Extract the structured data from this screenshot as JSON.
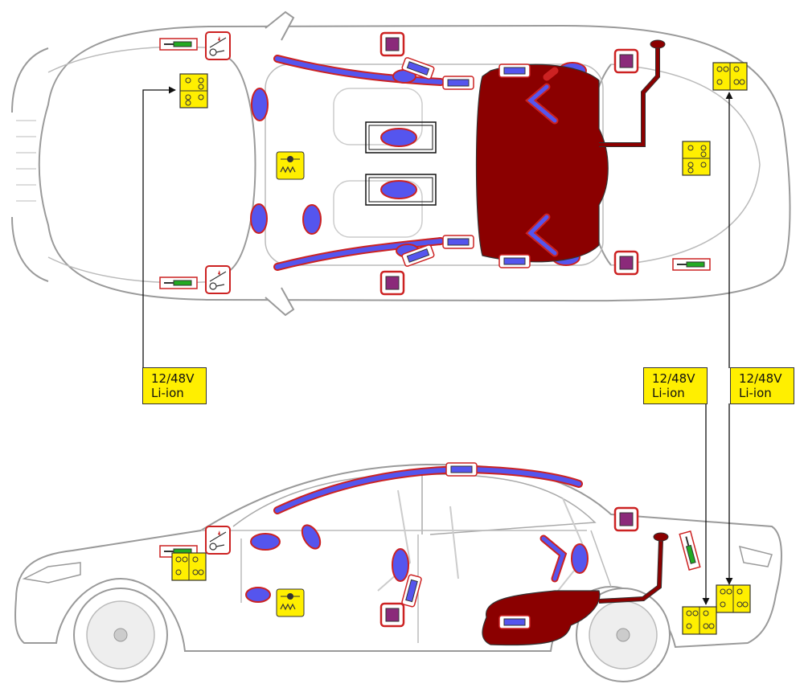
{
  "callouts": [
    {
      "line1": "12/48V",
      "line2": "Li-ion"
    },
    {
      "line1": "12/48V",
      "line2": "Li-ion"
    },
    {
      "line1": "12/48V",
      "line2": "Li-ion"
    }
  ],
  "colors": {
    "outline": "#9a9a9a",
    "fuel_tank": "#8b0000",
    "airbag": "#5555ee",
    "airbag_border": "#cc2222",
    "control_unit": "#8b2a7a",
    "battery": "#ffef00",
    "gas_strut": "#22aa22"
  },
  "legend_icons": [
    "battery-icon",
    "airbag-icon",
    "curtain-airbag-icon",
    "seatbelt-tensioner-icon",
    "control-unit-icon",
    "fuel-tank-icon",
    "gas-strut-icon",
    "pedestrian-protection-icon",
    "pretensioner-icon"
  ]
}
